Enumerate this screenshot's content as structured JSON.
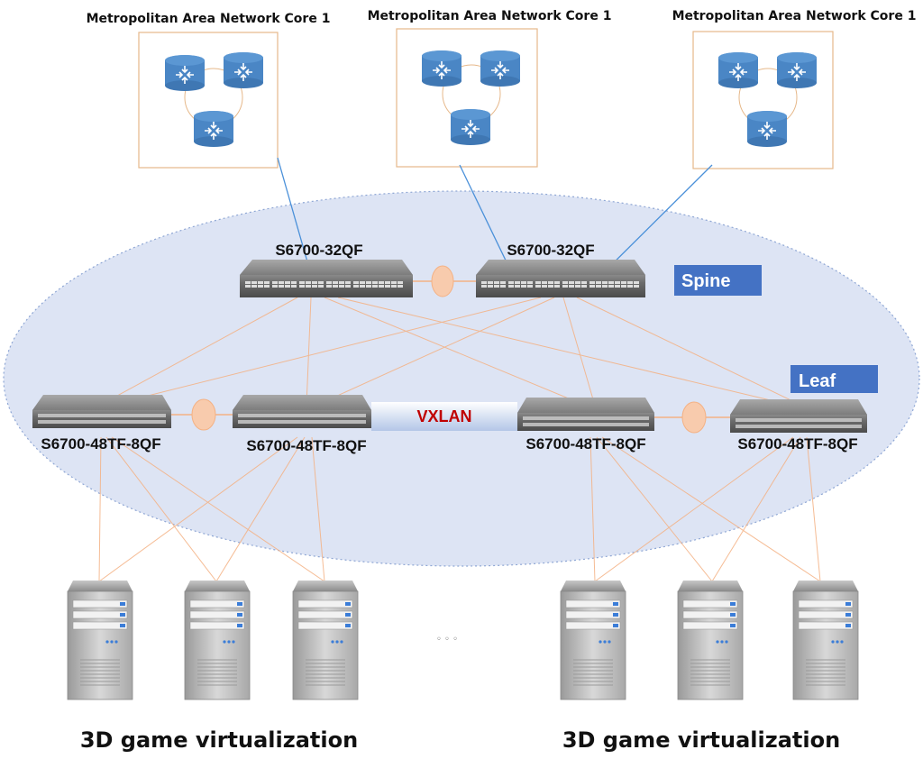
{
  "cores": [
    {
      "title": "Metropolitan Area Network Core 1"
    },
    {
      "title": "Metropolitan Area Network Core 1"
    },
    {
      "title": "Metropolitan Area Network Core 1"
    }
  ],
  "spine": {
    "label": "Spine",
    "switches": [
      {
        "model": "S6700-32QF"
      },
      {
        "model": "S6700-32QF"
      }
    ]
  },
  "leaf": {
    "label": "Leaf",
    "switches": [
      {
        "model": "S6700-48TF-8QF"
      },
      {
        "model": "S6700-48TF-8QF"
      },
      {
        "model": "S6700-48TF-8QF"
      },
      {
        "model": "S6700-48TF-8QF"
      }
    ]
  },
  "vxlan": {
    "label": "VXLAN"
  },
  "server_groups": [
    {
      "label": "3D game virtualization"
    },
    {
      "label": "3D game virtualization"
    }
  ],
  "ellipsis": "◦ ◦ ◦",
  "colors": {
    "cloud_fill": "#dde4f4",
    "tier_badge": "#4472c4",
    "router_blue": "#4a86c5",
    "link_blue": "#4a90d9",
    "link_orange": "#f4b183",
    "box_border": "#e6b88a"
  }
}
